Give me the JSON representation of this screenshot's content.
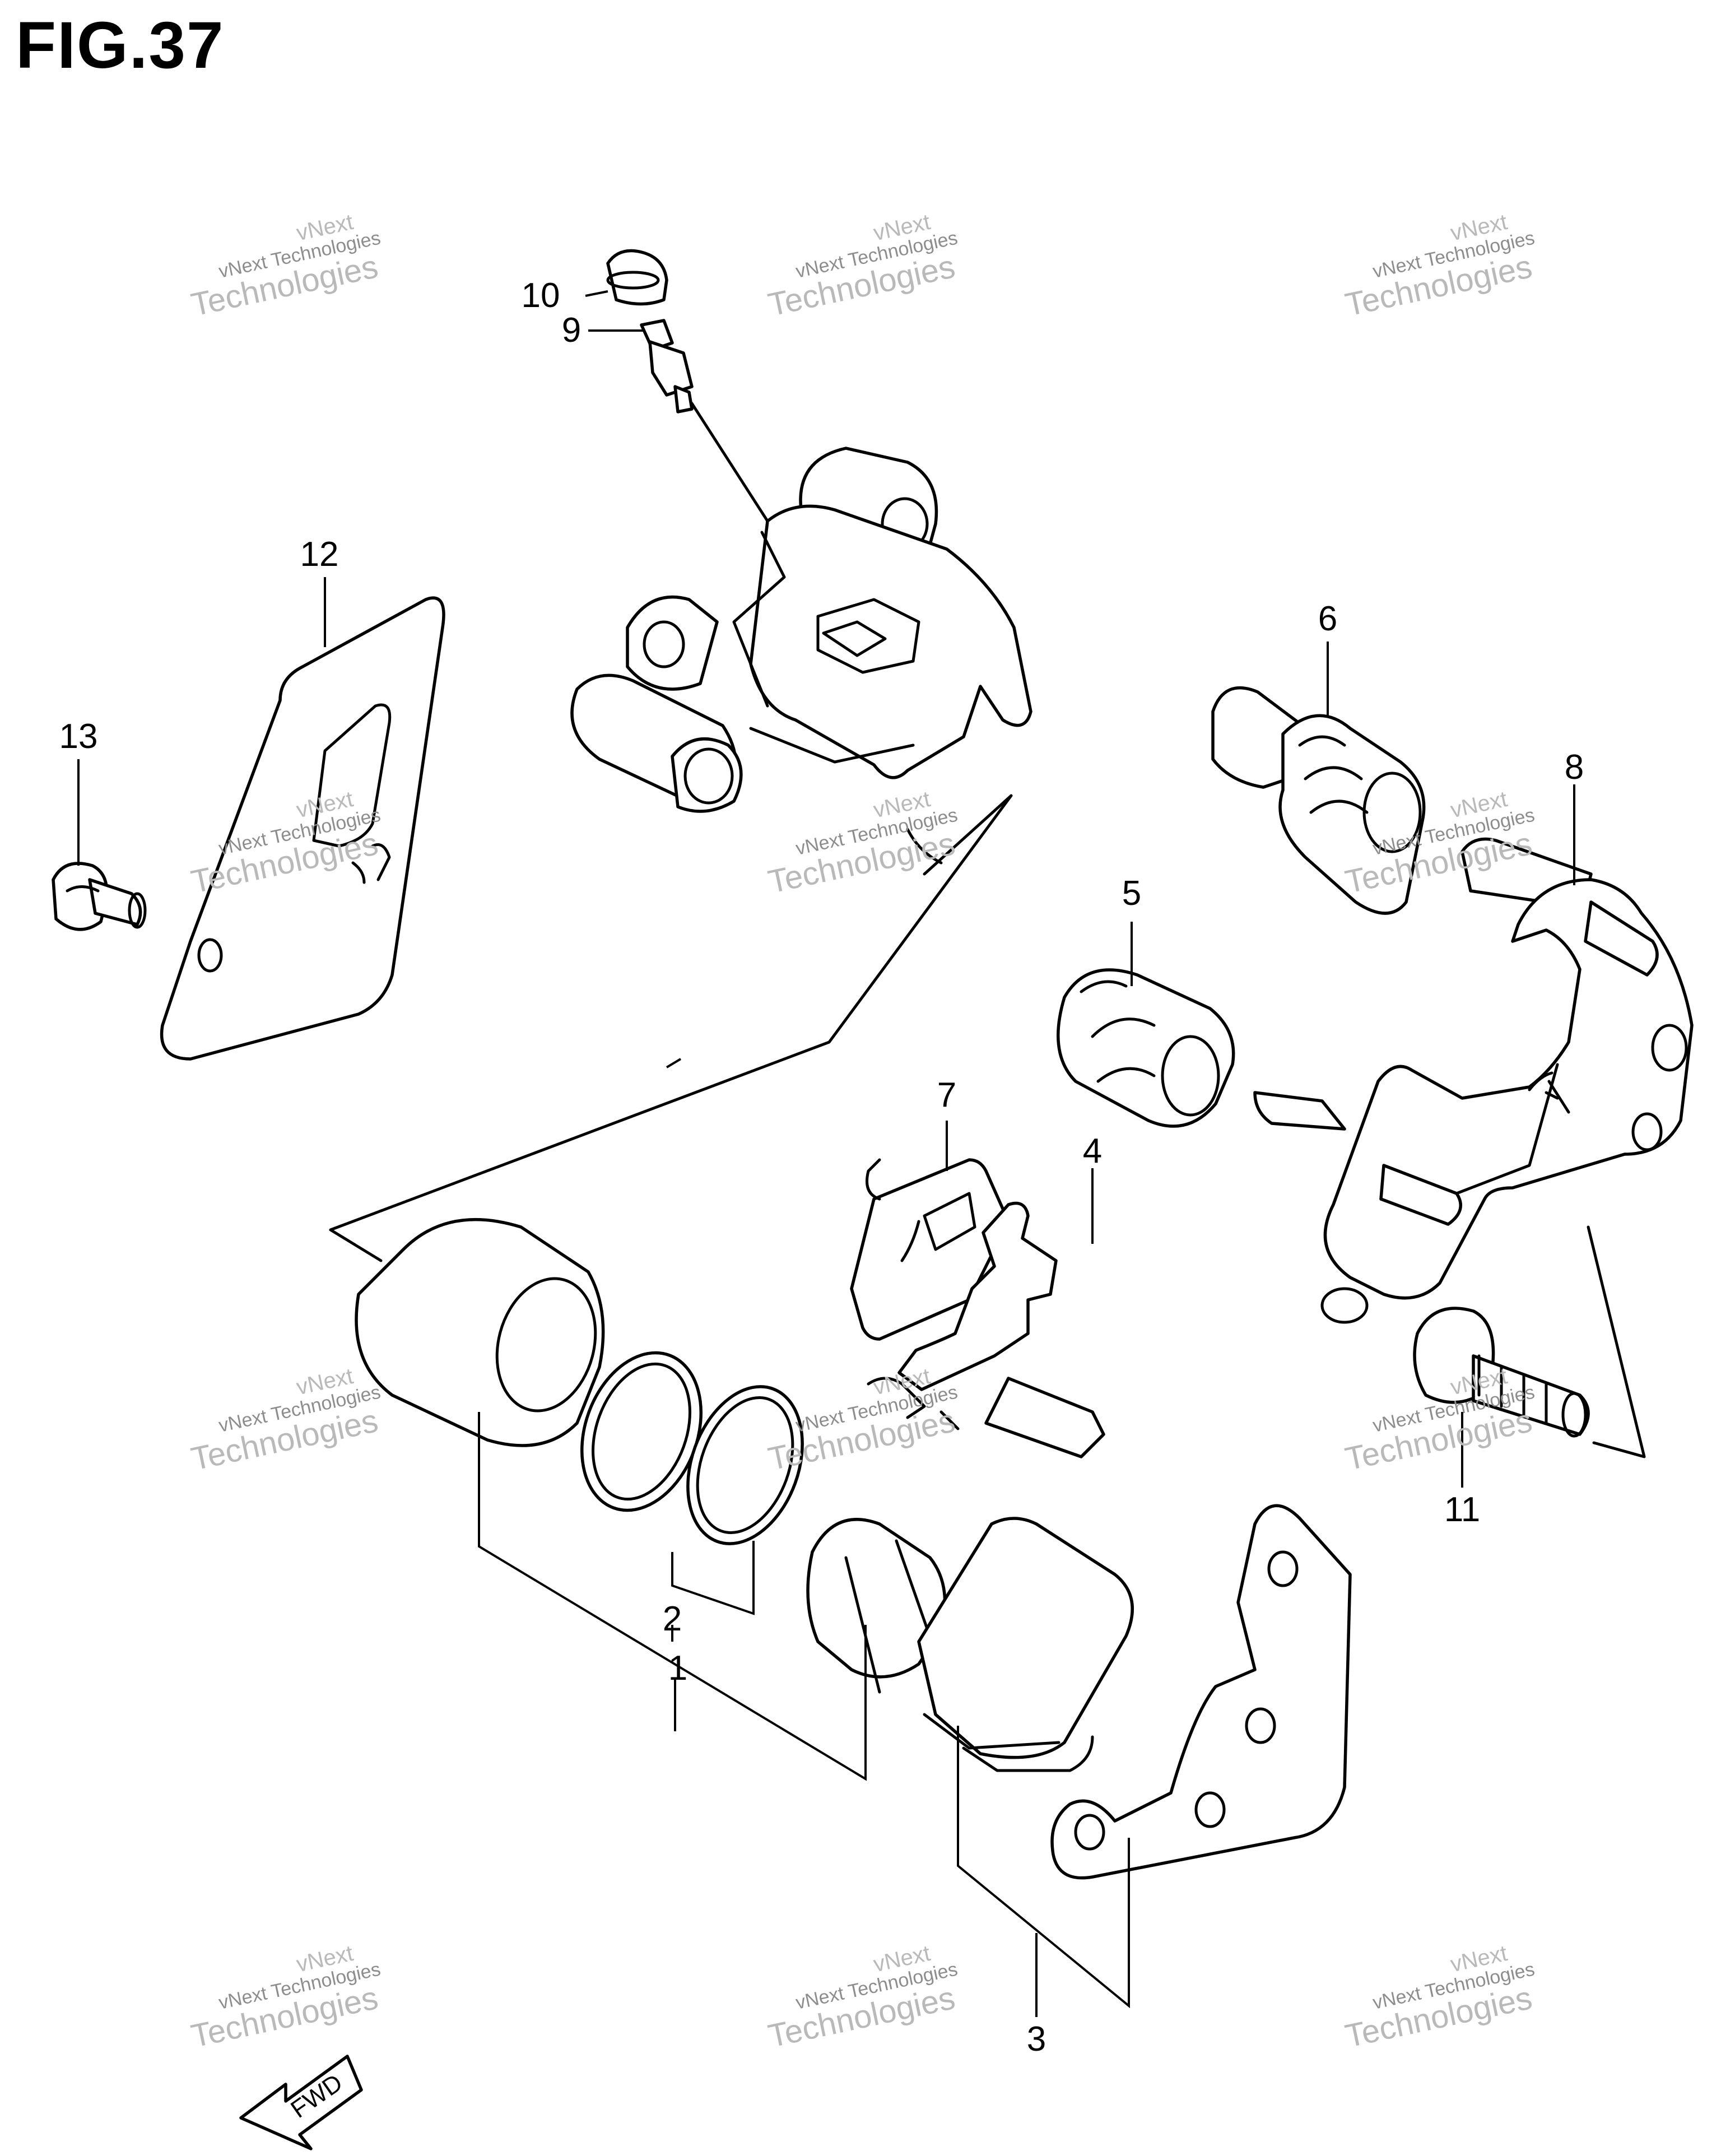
{
  "figure": {
    "title": "FIG.37",
    "fwd_label": "FWD"
  },
  "watermark": {
    "line1": "vNext",
    "line2": "vNext Technologies",
    "line3": "Technologies"
  },
  "callouts": [
    {
      "id": "1",
      "label": "1"
    },
    {
      "id": "2",
      "label": "2"
    },
    {
      "id": "3",
      "label": "3"
    },
    {
      "id": "4",
      "label": "4"
    },
    {
      "id": "5",
      "label": "5"
    },
    {
      "id": "6",
      "label": "6"
    },
    {
      "id": "7",
      "label": "7"
    },
    {
      "id": "8",
      "label": "8"
    },
    {
      "id": "9",
      "label": "9"
    },
    {
      "id": "10",
      "label": "10"
    },
    {
      "id": "11",
      "label": "11"
    },
    {
      "id": "12",
      "label": "12"
    },
    {
      "id": "13",
      "label": "13"
    }
  ]
}
